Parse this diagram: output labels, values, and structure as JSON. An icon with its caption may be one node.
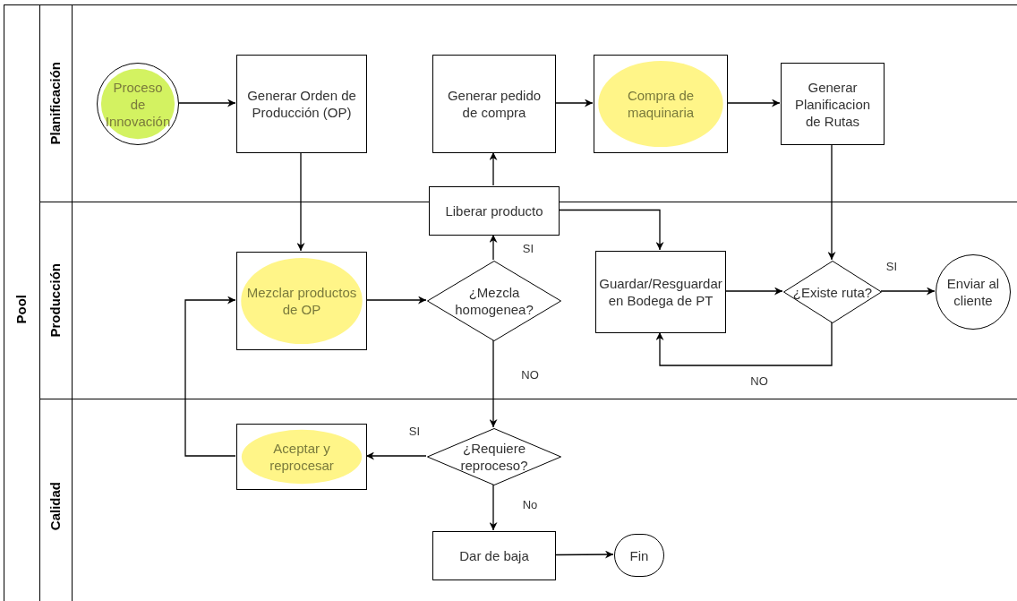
{
  "diagram": {
    "nodes": [
      {
        "text": [
          "Pool"
        ]
      },
      {
        "text": [
          "Planificación"
        ],
        "in": 0
      },
      {
        "text": [
          "Producción"
        ],
        "in": 0
      },
      {
        "text": [
          "Calidad"
        ],
        "in": 0
      },
      {
        "text": [
          "Proceso de Innovación"
        ],
        "in": 1
      },
      {
        "text": [
          "Generar Orden de Producción (OP)"
        ],
        "in": 1
      },
      {
        "text": [
          "Generar pedido de compra"
        ],
        "in": 1
      },
      {
        "text": [
          "Compra de maquinaria"
        ],
        "in": 1
      },
      {
        "text": [
          "Generar Planificacion de Rutas"
        ],
        "in": 1
      },
      {
        "text": [
          "Liberar producto"
        ],
        "in": 0
      },
      {
        "text": [
          "Mezclar productos de OP"
        ],
        "in": 2
      },
      {
        "text": [
          "¿Mezcla homogenea?"
        ],
        "in": 2
      },
      {
        "text": [
          "Guardar/Resguardar en Bodega de PT"
        ],
        "in": 2
      },
      {
        "text": [
          "¿Existe ruta?"
        ],
        "in": 2
      },
      {
        "text": [
          "Enviar al cliente"
        ],
        "in": 2
      },
      {
        "text": [
          "Aceptar y reprocesar"
        ],
        "in": 3
      },
      {
        "text": [
          "¿Requiere reproceso?"
        ],
        "in": 3
      },
      {
        "text": [
          "Dar de baja"
        ],
        "in": 3
      },
      {
        "text": [
          "Fin"
        ],
        "in": 3
      }
    ],
    "edges": [
      {
        "from": 4,
        "to": 5,
        "arrow": "to"
      },
      {
        "from": 5,
        "to": 10,
        "arrow": "to"
      },
      {
        "from": 10,
        "to": 11,
        "arrow": "to"
      },
      {
        "from": 11,
        "to": 9,
        "arrow": "to",
        "label": "SI"
      },
      {
        "from": 9,
        "to": 6,
        "arrow": "to"
      },
      {
        "from": 6,
        "to": 7,
        "arrow": "to"
      },
      {
        "from": 7,
        "to": 8,
        "arrow": "to"
      },
      {
        "from": 8,
        "to": 13,
        "arrow": "to"
      },
      {
        "from": 9,
        "to": 12,
        "arrow": "to"
      },
      {
        "from": 12,
        "to": 13,
        "arrow": "to"
      },
      {
        "from": 13,
        "to": 14,
        "arrow": "to",
        "label": "SI"
      },
      {
        "from": 13,
        "to": 12,
        "arrow": "to",
        "label": "NO"
      },
      {
        "from": 11,
        "to": 16,
        "arrow": "to",
        "label": "NO"
      },
      {
        "from": 16,
        "to": 15,
        "arrow": "to",
        "label": "SI"
      },
      {
        "from": 15,
        "to": 10,
        "arrow": "to"
      },
      {
        "from": 16,
        "to": 17,
        "arrow": "to",
        "label": "No"
      },
      {
        "from": 17,
        "to": 18,
        "arrow": "to"
      }
    ]
  }
}
